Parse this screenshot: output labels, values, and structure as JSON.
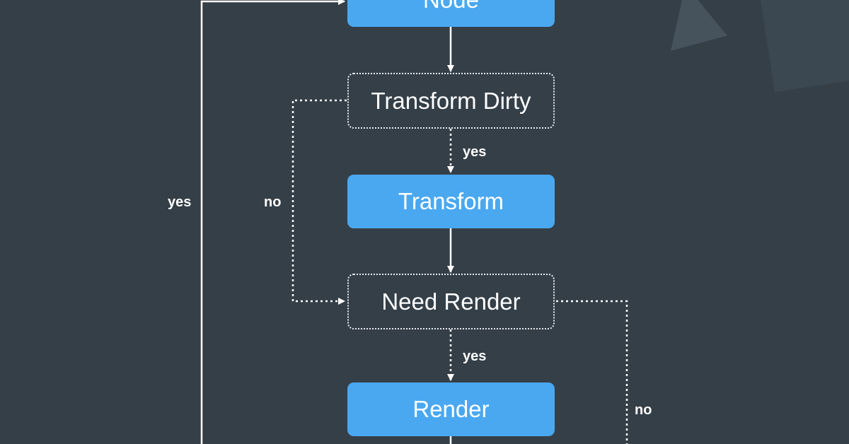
{
  "nodes": {
    "node": "Node",
    "transform_dirty": "Transform Dirty",
    "transform": "Transform",
    "need_render": "Need Render",
    "render": "Render"
  },
  "edge_labels": {
    "transform_dirty_yes": "yes",
    "transform_dirty_no": "no",
    "need_render_yes": "yes",
    "need_render_no": "no",
    "loop_yes": "yes"
  },
  "colors": {
    "background": "#343f48",
    "process_fill": "#4aa8f0",
    "line": "#ffffff"
  }
}
